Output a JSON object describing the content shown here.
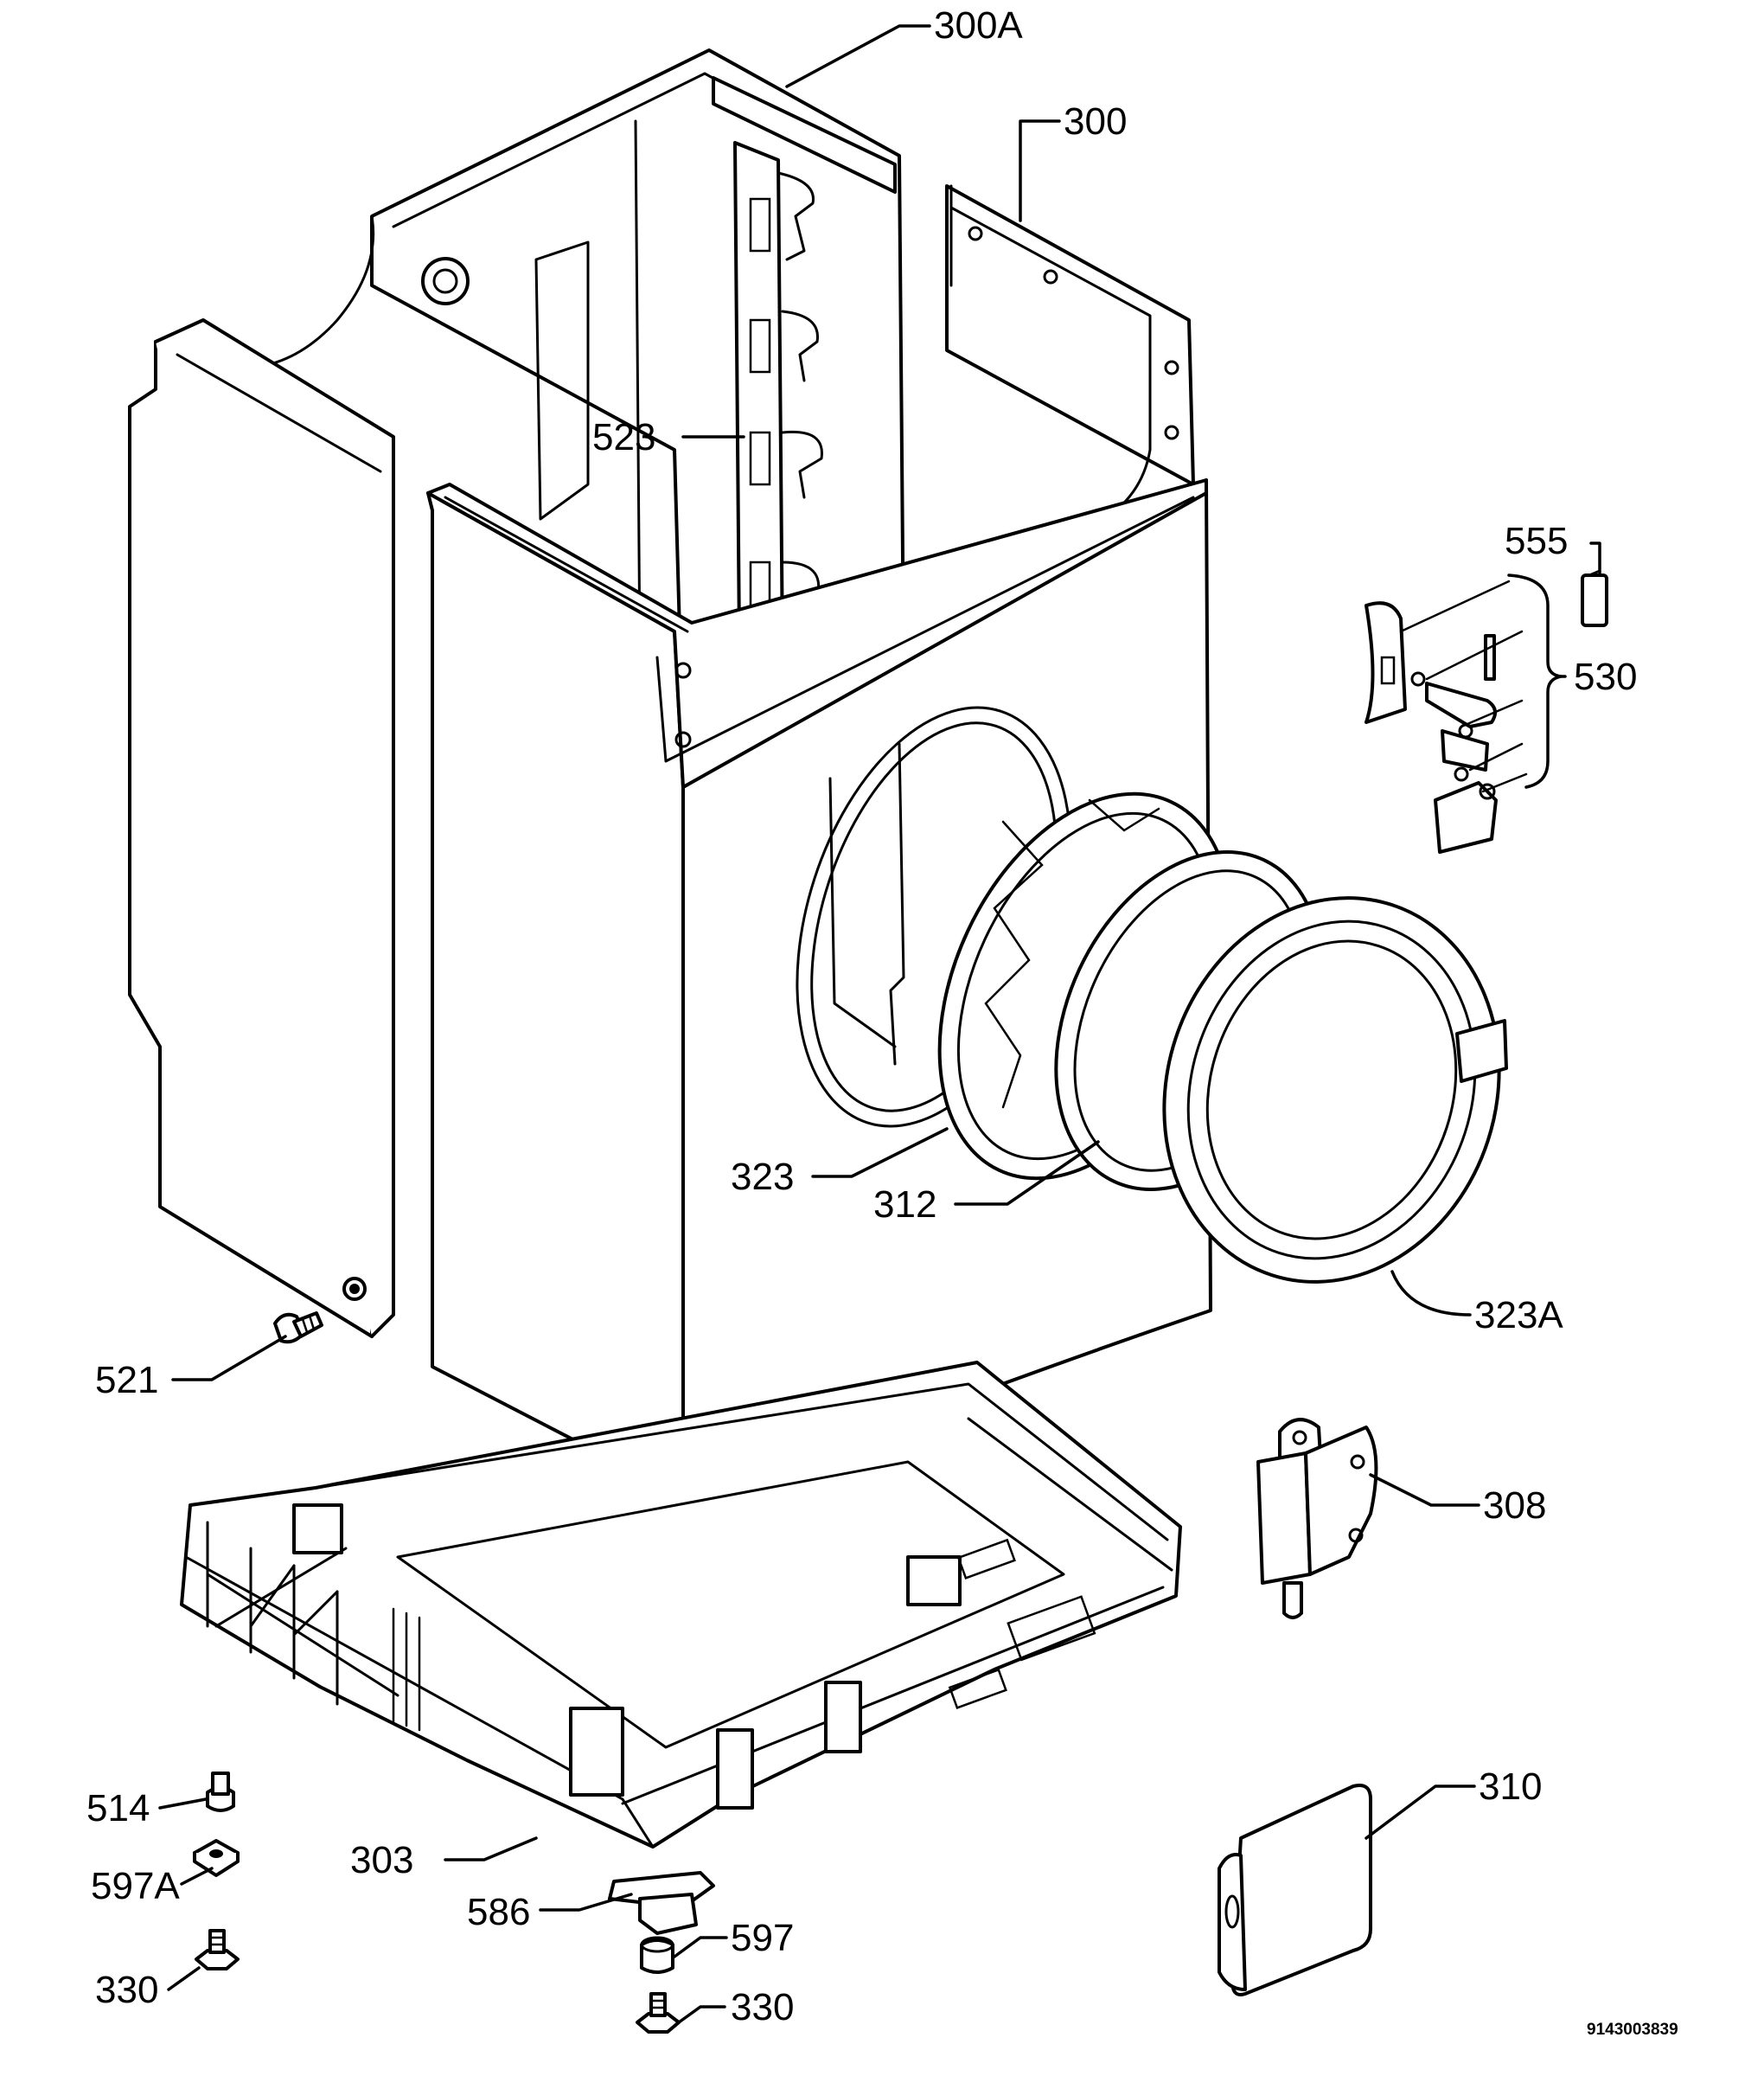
{
  "labels": {
    "p300A": "300A",
    "p300": "300",
    "p523": "523",
    "p555": "555",
    "p530": "530",
    "p323": "323",
    "p312": "312",
    "p323A": "323A",
    "p521": "521",
    "p308": "308",
    "p514": "514",
    "p597A": "597A",
    "p303": "303",
    "p586": "586",
    "p597": "597",
    "p330a": "330",
    "p330b": "330",
    "p310": "310"
  },
  "document_number": "9143003839",
  "colors": {
    "ink": "#000000",
    "paper": "#ffffff"
  }
}
